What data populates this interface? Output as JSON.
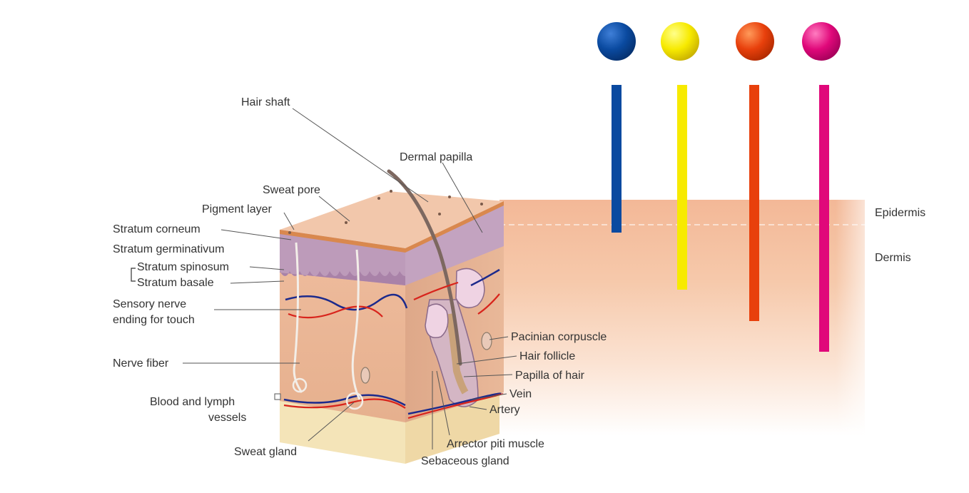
{
  "labels": {
    "hair_shaft": "Hair shaft",
    "dermal_papilla": "Dermal papilla",
    "sweat_pore": "Sweat pore",
    "pigment_layer": "Pigment layer",
    "stratum_corneum": "Stratum corneum",
    "stratum_germinativum": "Stratum germinativum",
    "stratum_spinosum": "Stratum spinosum",
    "stratum_basale": "Stratum basale",
    "sensory_nerve_1": "Sensory nerve",
    "sensory_nerve_2": "ending for touch",
    "nerve_fiber": "Nerve fiber",
    "blood_lymph_1": "Blood and lymph",
    "blood_lymph_2": "vessels",
    "sweat_gland": "Sweat gland",
    "pacinian_corpuscle": "Pacinian corpuscle",
    "hair_follicle": "Hair follicle",
    "papilla_of_hair": "Papilla of hair",
    "vein": "Vein",
    "artery": "Artery",
    "arrector_piti_muscle": "Arrector piti muscle",
    "sebaceous_gland": "Sebaceous gland"
  },
  "layers": {
    "epidermis": "Epidermis",
    "dermis": "Dermis"
  },
  "wavelength_markers": [
    {
      "color": "#0a4aa0",
      "depth": "epidermis"
    },
    {
      "color": "#f7ea00",
      "depth": "dermis"
    },
    {
      "color": "#e8400c",
      "depth": "dermis"
    },
    {
      "color": "#e0087a",
      "depth": "dermis"
    }
  ],
  "colors": {
    "skin_top": "#f2c2a4",
    "epidermis_band": "#f5c5a8",
    "dermis_band": "#f8d0b6",
    "epidermis_layer": "#b894b4",
    "dermis_fill": "#e9b99a",
    "subcutis_fill": "#f4e4b8",
    "vein": "#1c2a8c",
    "artery": "#d8241c",
    "label_text": "#333333"
  }
}
